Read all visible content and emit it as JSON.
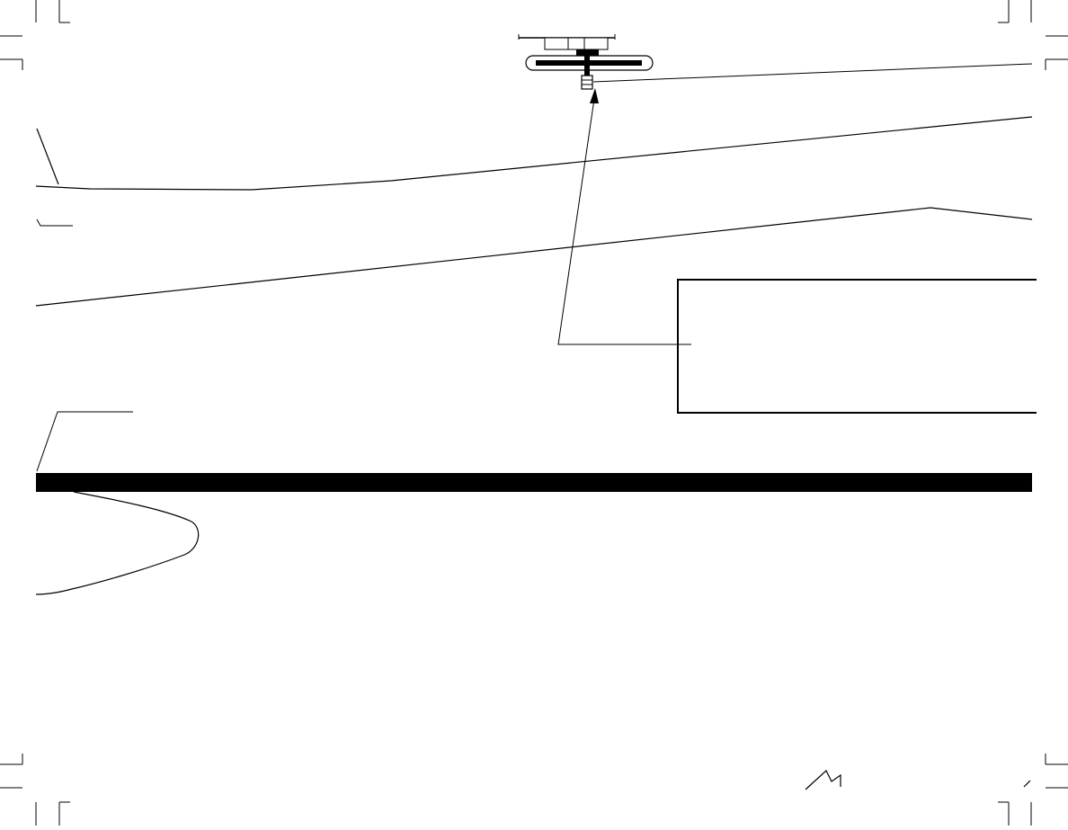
{
  "sheet": {
    "background": "#ffffff",
    "ink": "#000000",
    "elements": [
      "crop-marks",
      "fuselage-outline",
      "pushrod-line",
      "control-horn",
      "callout-box",
      "leader-line",
      "black-strip",
      "nose-contour"
    ]
  }
}
